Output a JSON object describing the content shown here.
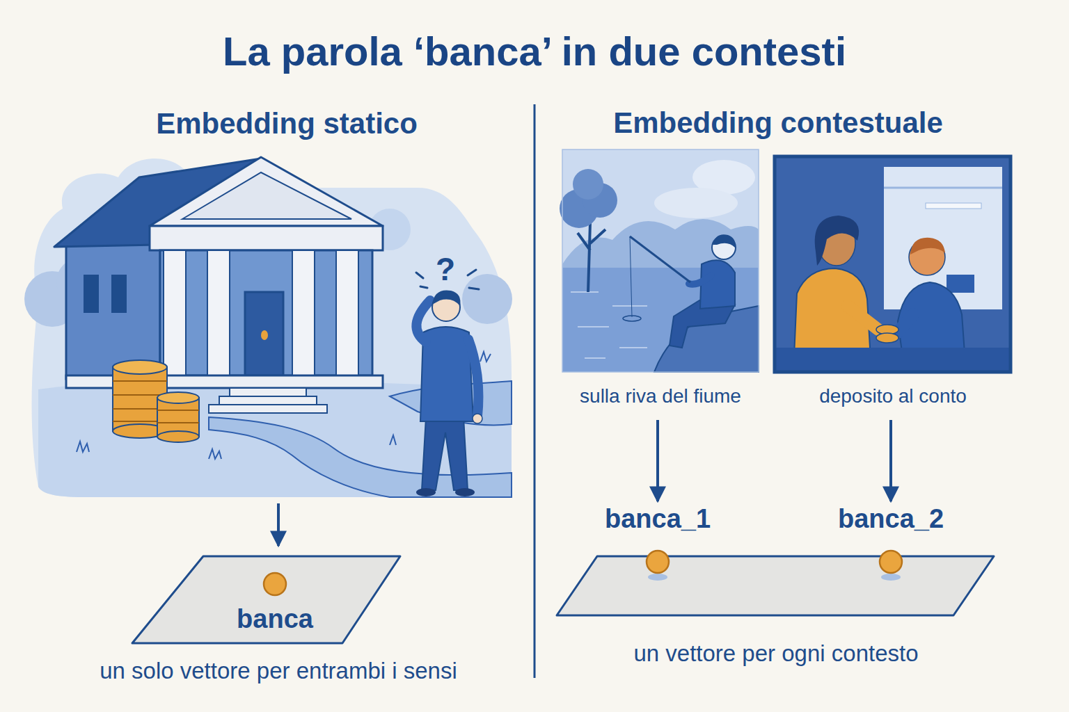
{
  "diagram": {
    "title": "La parola ‘banca’ in due contesti",
    "nodes": [
      {
        "text": [
          "Embedding statico"
        ]
      },
      {
        "text": [
          "un solo vettore per entrambi i sensi"
        ]
      },
      {
        "text": [
          "banca"
        ],
        "in": 1
      },
      {
        "text": [
          "sulla riva del fiume"
        ]
      },
      {
        "text": [
          "deposito al conto"
        ]
      },
      {
        "text": [
          "un vettore per ogni contesto"
        ]
      },
      {
        "text": [
          "banca_1"
        ],
        "in": 5
      },
      {
        "text": [
          "banca_2"
        ],
        "in": 5
      }
    ],
    "edges": [
      {
        "from": 0,
        "to": 1,
        "arrow": "to"
      },
      {
        "from": 3,
        "to": 6,
        "arrow": "to"
      },
      {
        "from": 4,
        "to": 7,
        "arrow": "to"
      }
    ],
    "labels": [
      "Embedding contestuale",
      "?"
    ]
  }
}
